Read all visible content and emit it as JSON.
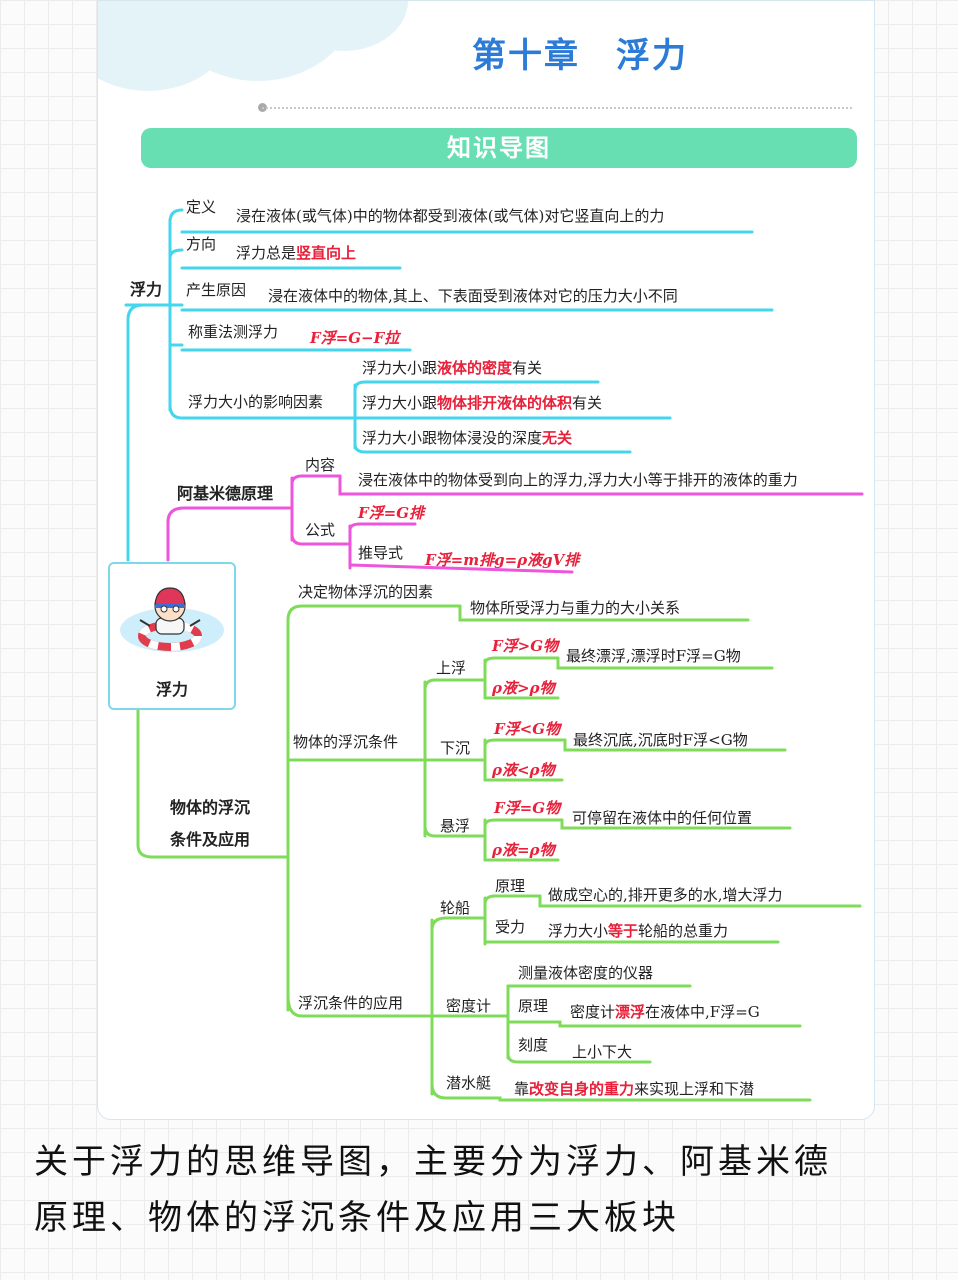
{
  "title": "第十章　浮力",
  "banner": "知识导图",
  "root": "浮力",
  "b1": {
    "label": "浮力",
    "definition": {
      "key": "定义",
      "text": "浸在液体(或气体)中的物体都受到液体(或气体)对它竖直向上的力"
    },
    "direction": {
      "key": "方向",
      "pre": "浮力总是",
      "hl": "竖直向上"
    },
    "cause": {
      "key": "产生原因",
      "text": "浸在液体中的物体,其上、下表面受到液体对它的压力大小不同"
    },
    "weigh": {
      "key": "称重法测浮力",
      "formula": "F浮=G−F拉"
    },
    "factors": {
      "key": "浮力大小的影响因素",
      "f1": {
        "pre": "浮力大小跟",
        "hl": "液体的密度",
        "post": "有关"
      },
      "f2": {
        "pre": "浮力大小跟",
        "hl": "物体排开液体的体积",
        "post": "有关"
      },
      "f3": {
        "pre": "浮力大小跟物体浸没的深度",
        "hl": "无关"
      }
    }
  },
  "b2": {
    "label": "阿基米德原理",
    "content": {
      "key": "内容",
      "text": "浸在液体中的物体受到向上的浮力,浮力大小等于排开的液体的重力"
    },
    "formula": {
      "key": "公式",
      "main": "F浮=G排",
      "deriv_key": "推导式",
      "deriv": "F浮=m排g=ρ液gV排"
    }
  },
  "b3": {
    "label_1": "物体的浮沉",
    "label_2": "条件及应用",
    "factor": {
      "key": "决定物体浮沉的因素",
      "text": "物体所受浮力与重力的大小关系"
    },
    "cond": {
      "key": "物体的浮沉条件",
      "up": {
        "key": "上浮",
        "f1": "F浮>G物",
        "note": "最终漂浮,漂浮时F浮=G物",
        "f2": "ρ液>ρ物"
      },
      "down": {
        "key": "下沉",
        "f1": "F浮<G物",
        "note": "最终沉底,沉底时F浮<G物",
        "f2": "ρ液<ρ物"
      },
      "susp": {
        "key": "悬浮",
        "f1": "F浮=G物",
        "note": "可停留在液体中的任何位置",
        "f2": "ρ液=ρ物"
      }
    },
    "app": {
      "key": "浮沉条件的应用",
      "ship": {
        "key": "轮船",
        "p_key": "原理",
        "p_text": "做成空心的,排开更多的水,增大浮力",
        "f_key": "受力",
        "f_pre": "浮力大小",
        "f_hl": "等于",
        "f_post": "轮船的总重力"
      },
      "hydro": {
        "key": "密度计",
        "use": "测量液体密度的仪器",
        "p_key": "原理",
        "p_pre": "密度计",
        "p_hl": "漂浮",
        "p_post": "在液体中,F浮=G",
        "s_key": "刻度",
        "s_text": "上小下大"
      },
      "sub": {
        "key": "潜水艇",
        "pre": "靠",
        "hl": "改变自身的重力",
        "post": "来实现上浮和下潜"
      }
    }
  },
  "caption_1": "关于浮力的思维导图，主要分为浮力、阿基米德",
  "caption_2": "原理、物体的浮沉条件及应用三大板块",
  "colors": {
    "cyan": "#44d6ec",
    "magenta": "#ee55dc",
    "green": "#7fdc5a",
    "accent": "#2c7bd6",
    "red": "#e8203a"
  }
}
